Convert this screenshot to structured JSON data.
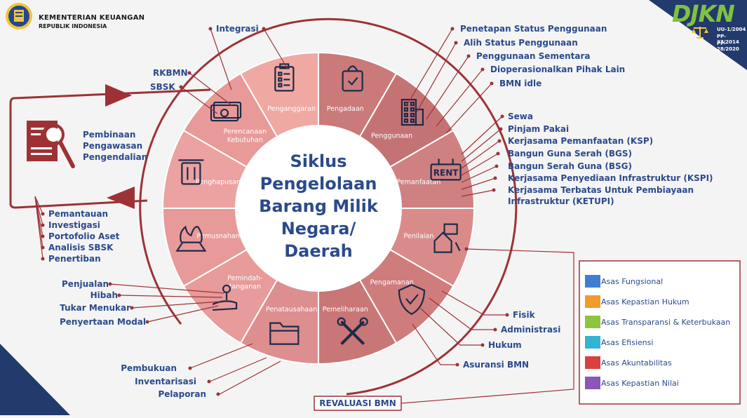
{
  "header": {
    "ministry": "KEMENTERIAN KEUANGAN",
    "country": "REPUBLIK INDONESIA",
    "brand": "DJKN",
    "legal": [
      "UU-1/2004",
      "PP-27/2014",
      "PP-28/2020"
    ]
  },
  "center_title": [
    "Siklus",
    "Pengelolaan",
    "Barang Milik",
    "Negara/",
    "Daerah"
  ],
  "segments": [
    {
      "label": [
        "Pengadaan"
      ],
      "icon": "shopping-bag-icon"
    },
    {
      "label": [
        "Penggunaan"
      ],
      "icon": "building-icon"
    },
    {
      "label": [
        "Pemanfaatan"
      ],
      "icon": "rent-sign-icon"
    },
    {
      "label": [
        "Penilaian"
      ],
      "icon": "house-appraisal-icon"
    },
    {
      "label": [
        "Pengamanan"
      ],
      "icon": "shield-check-icon"
    },
    {
      "label": [
        "Pemeliharaan"
      ],
      "icon": "tools-icon"
    },
    {
      "label": [
        "Penatausahaan"
      ],
      "icon": "folder-icon"
    },
    {
      "label": [
        "Pemindah-",
        "tanganan"
      ],
      "icon": "hand-key-icon"
    },
    {
      "label": [
        "Pemusnahan"
      ],
      "icon": "fire-destroy-icon"
    },
    {
      "label": [
        "Penghapusan"
      ],
      "icon": "trash-icon"
    },
    {
      "label": [
        "Perencanaan",
        "Kebutuhan"
      ],
      "icon": "money-icon"
    },
    {
      "label": [
        "Penganggaran"
      ],
      "icon": "clipboard-icon"
    }
  ],
  "callouts": {
    "integrasi": "Integrasi",
    "rkbmn": "RKBMN",
    "sbsk": "SBSK",
    "penggunaan": [
      "Penetapan Status Penggunaan",
      "Alih Status Penggunaan",
      "Penggunaan Sementara",
      "Dioperasionalkan Pihak Lain",
      "BMN idle"
    ],
    "pemanfaatan": [
      "Sewa",
      "Pinjam Pakai",
      "Kerjasama Pemanfaatan (KSP)",
      "Bangun Guna Serah (BGS)",
      "Bangun Serah Guna (BSG)",
      "Kerjasama Penyediaan Infrastruktur (KSPI)",
      "Kerjasama Terbatas Untuk Pembiayaan",
      "Infrastruktur (KETUPI)"
    ],
    "pengamanan": [
      "Fisik",
      "Administrasi",
      "Hukum",
      "Asuransi BMN"
    ],
    "pemindahtanganan": [
      "Penjualan",
      "Hibah",
      "Tukar Menukar",
      "Penyertaan Modal"
    ],
    "penatausahaan": [
      "Pembukuan",
      "Inventarisasi",
      "Pelaporan"
    ],
    "pengawasan": [
      "Pemantauan",
      "Investigasi",
      "Portofolio Aset",
      "Analisis SBSK",
      "Penertiban"
    ],
    "pembinaan": [
      "Pembinaan",
      "Pengawasan",
      "Pengendalian"
    ],
    "revaluasi": "REVALUASI BMN"
  },
  "legend": [
    {
      "label": "Asas Fungsional",
      "color": "#3f7fd2"
    },
    {
      "label": "Asas Kepastian Hukum",
      "color": "#f29a2e"
    },
    {
      "label": "Asas Transparansi & Keterbukaan",
      "color": "#8cc63f"
    },
    {
      "label": "Asas Efisiensi",
      "color": "#33b4d4"
    },
    {
      "label": "Asas Akuntabilitas",
      "color": "#d9413d"
    },
    {
      "label": "Asas Kepastian Nilai",
      "color": "#8b56b8"
    }
  ],
  "colors": {
    "maroon": "#9d3236",
    "navy": "#2b4a8c",
    "ring_light": "#f2a19b",
    "ring_dark": "#ba6a6a",
    "ring_mid": "#d9868a"
  }
}
